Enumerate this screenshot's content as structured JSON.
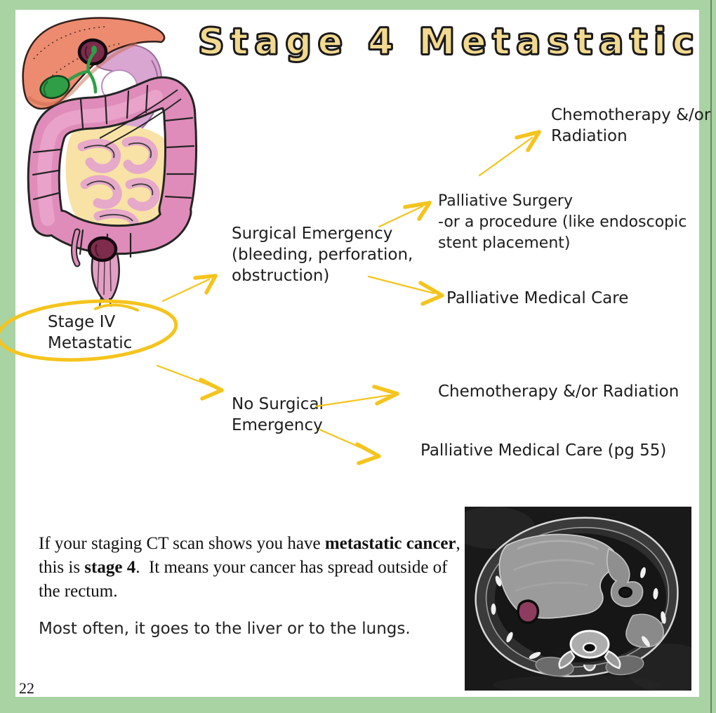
{
  "title": {
    "text": "Stage 4 Metastatic"
  },
  "flowchart": {
    "stage_label": {
      "line1": "Stage IV",
      "line2": "Metastatic"
    },
    "surgical_emergency": {
      "line1": "Surgical Emergency",
      "line2": "(bleeding, perforation,",
      "line3": "obstruction)"
    },
    "no_surgical_emergency": {
      "line1": "No Surgical",
      "line2": "Emergency"
    },
    "palliative_surgery": {
      "line1": "Palliative Surgery",
      "line2": "-or a procedure (like endoscopic",
      "line3": "stent placement)"
    },
    "chemo_radiation_upper": {
      "line1": "Chemotherapy &/or",
      "line2": "Radiation"
    },
    "palliative_medical_care": {
      "label": "Palliative Medical Care"
    },
    "chemo_radiation_lower": {
      "label": "Chemotherapy &/or Radiation"
    },
    "palliative_medical_care_pg55": {
      "label": "Palliative Medical Care (pg 55)"
    }
  },
  "paragraph": {
    "line1_normal": "If your staging CT scan shows you have ",
    "line1_bold": "metastatic cancer",
    "line1_end": ",",
    "line2_normal": "this is ",
    "line2_bold": "stage 4",
    "line2_end": ".  It means your cancer has spread outside of",
    "line3": "the rectum."
  },
  "handwritten_note": "Most often, it goes to the liver or to the lungs.",
  "page": {
    "number": "22"
  },
  "colors": {
    "border_green": "#a9d3a3",
    "arrow_yellow": "#f5c41d",
    "title_fill": "#f2d98f",
    "ink": "#1d1d1d"
  },
  "illustrations": {
    "digestive_tract_alt": "Hand-drawn colon and small intestine with liver, gallbladder and stomach; dark tumors shown in the liver and rectum",
    "ct_scan_alt": "Hand-drawn axial CT scan of the abdomen showing the liver with a metastatic tumor"
  }
}
